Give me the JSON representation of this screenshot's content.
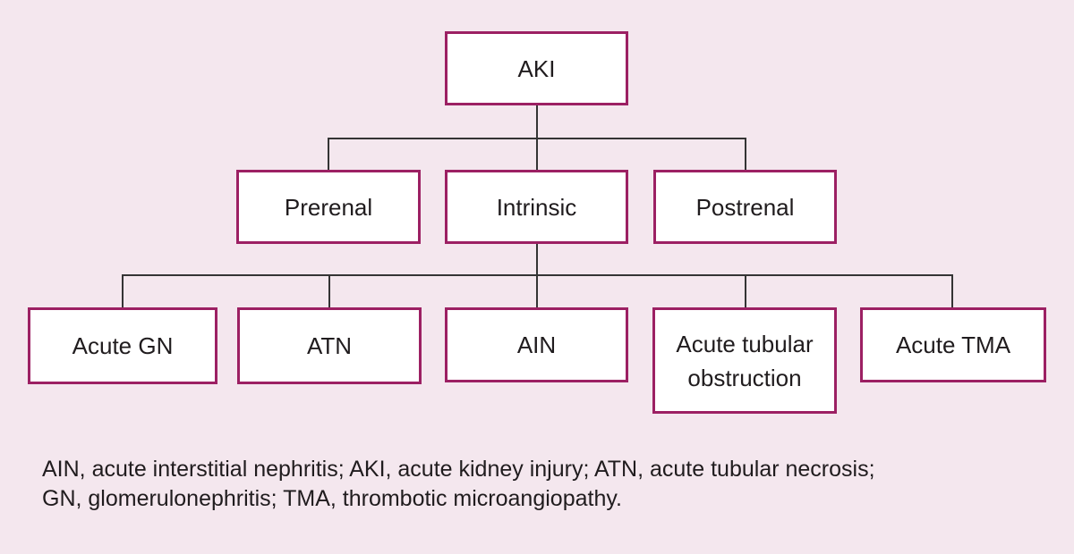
{
  "diagram": {
    "title_node": {
      "label": "AKI"
    },
    "level2": [
      {
        "label": "Prerenal"
      },
      {
        "label": "Intrinsic"
      },
      {
        "label": "Postrenal"
      }
    ],
    "level3": [
      {
        "label": "Acute GN"
      },
      {
        "label": "ATN"
      },
      {
        "label": "AIN"
      },
      {
        "label": "Acute tubular obstruction"
      },
      {
        "label": "Acute TMA"
      }
    ],
    "colors": {
      "background": "#f4e7ee",
      "box_border": "#9c2063",
      "box_fill": "#ffffff",
      "connector": "#343434",
      "text": "#201c1e"
    }
  },
  "legend": {
    "line1": "AIN, acute interstitial nephritis; AKI, acute kidney injury; ATN, acute tubular necrosis;",
    "line2": "GN, glomerulonephritis; TMA, thrombotic microangiopathy."
  }
}
